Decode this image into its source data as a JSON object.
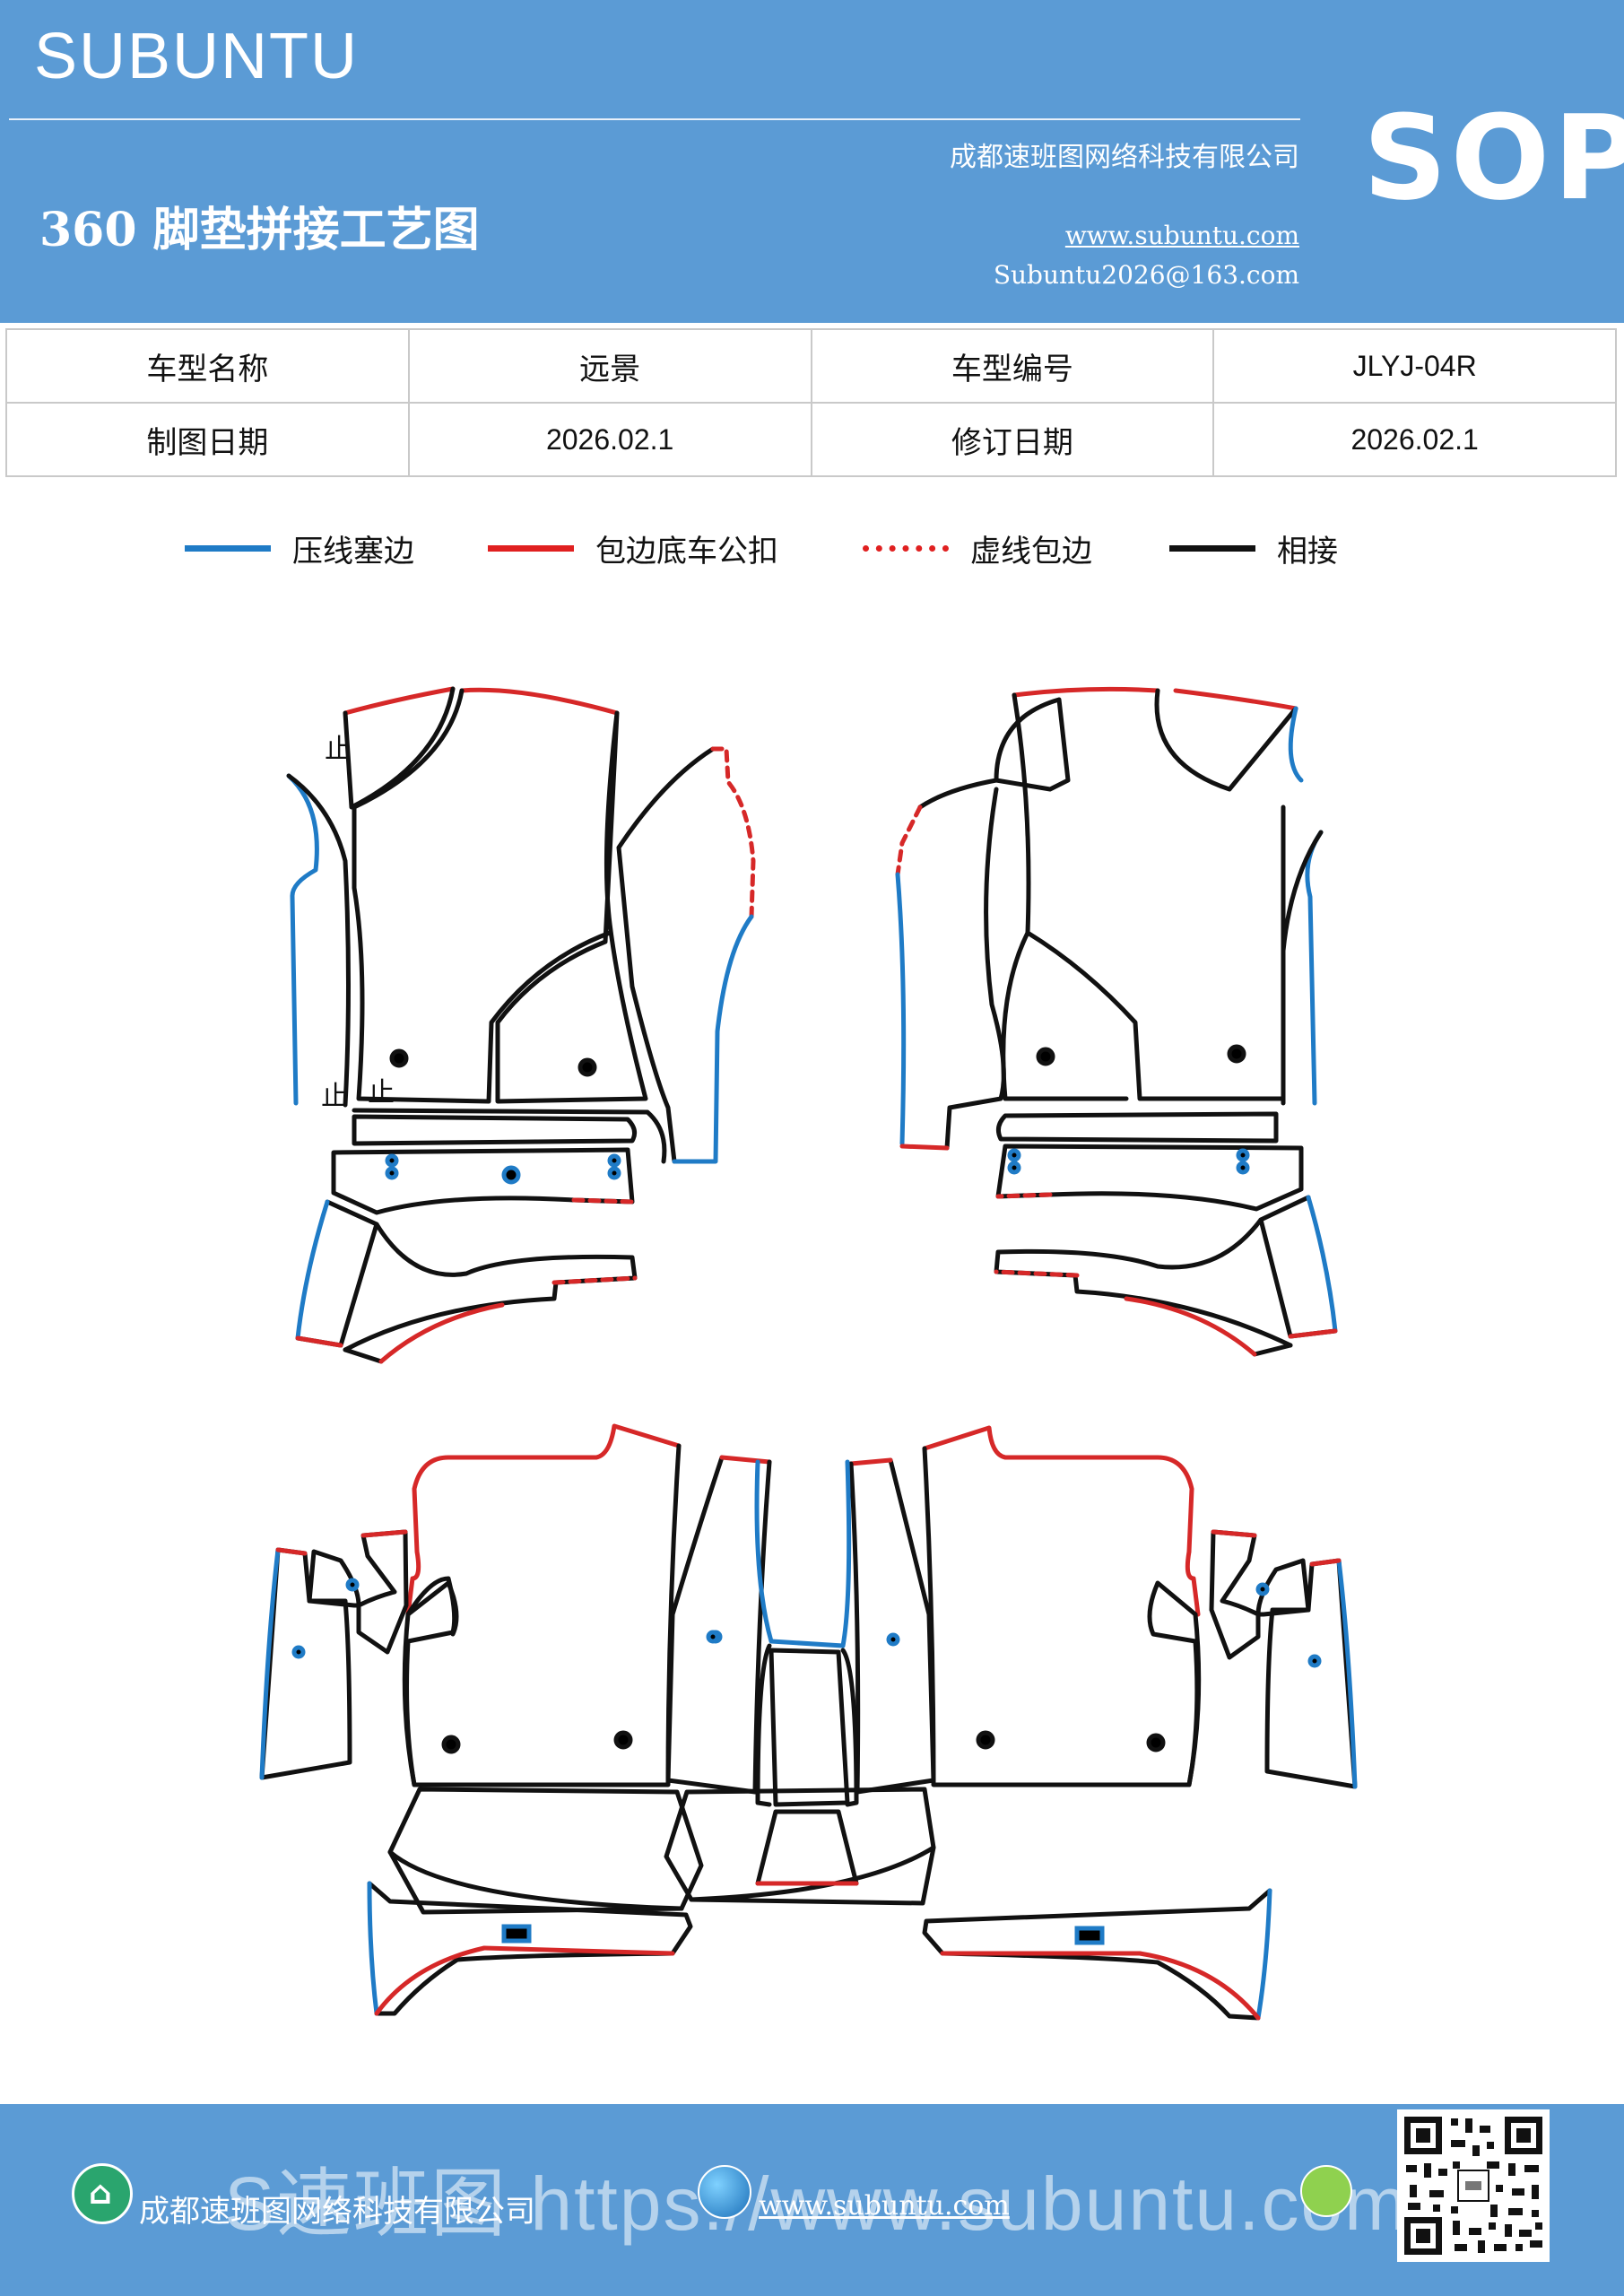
{
  "header": {
    "brand": "SUBUNTU",
    "company": "成都速班图网络科技有限公司",
    "title": "360 脚垫拼接工艺图",
    "url": "www.subuntu.com",
    "email": "Subuntu2026@163.com",
    "badge": "SOP"
  },
  "info_table": {
    "row1": {
      "label1": "车型名称",
      "value1": "远景",
      "label2": "车型编号",
      "value2": "JLYJ-04R"
    },
    "row2": {
      "label1": "制图日期",
      "value1": "2026.02.1",
      "label2": "修订日期",
      "value2": "2026.02.1"
    }
  },
  "legend": [
    {
      "label": "压线塞边",
      "color": "#1f7bc6",
      "style": "solid"
    },
    {
      "label": "包边底车公扣",
      "color": "#e02020",
      "style": "solid"
    },
    {
      "label": "虚线包边",
      "color": "#e02020",
      "style": "dashed"
    },
    {
      "label": "相接",
      "color": "#111111",
      "style": "solid"
    }
  ],
  "diagram": {
    "up_mark": "止"
  },
  "colors": {
    "header_bg": "#5b9bd5",
    "blue": "#1f7bc6",
    "red": "#d62828",
    "black": "#111111"
  },
  "footer": {
    "company": "成都速班图网络科技有限公司",
    "url": "www.subuntu.com",
    "overlay": "S速班图 https://www.subuntu.com"
  }
}
